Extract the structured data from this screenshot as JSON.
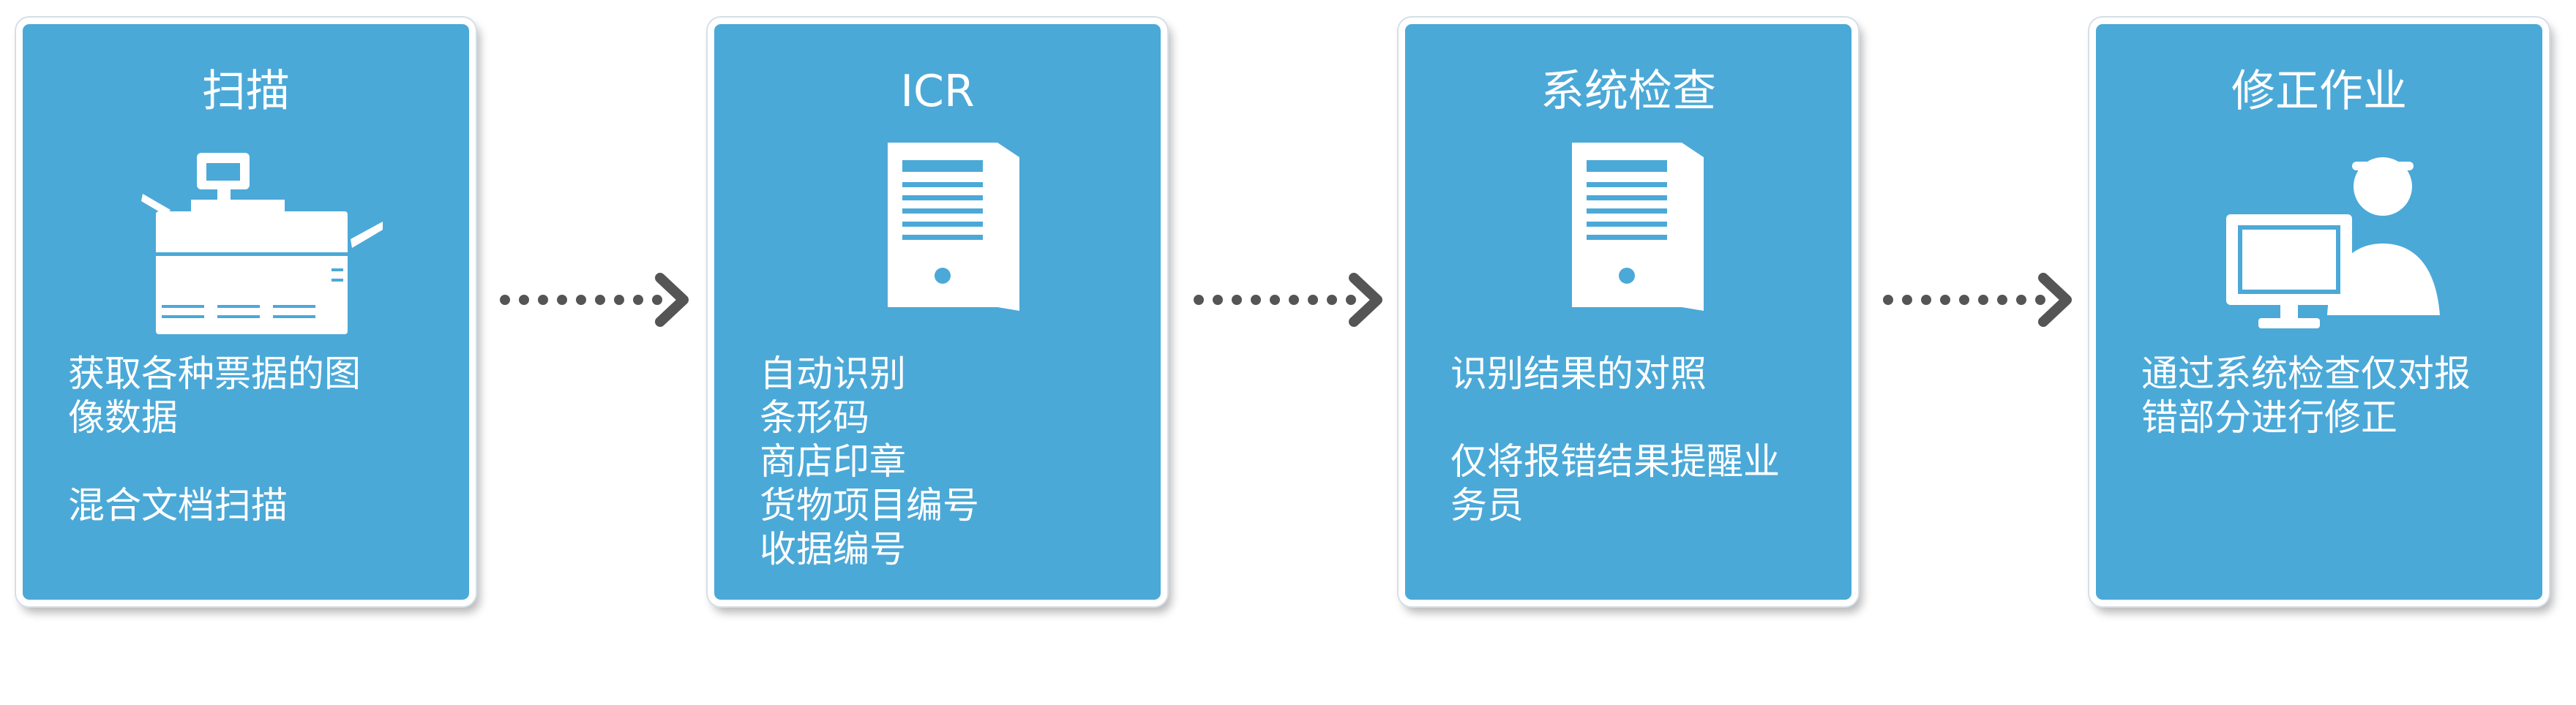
{
  "steps": [
    {
      "title": "扫描",
      "icon": "scanner-icon",
      "text_lines": [
        "获取各种票据的图",
        "像数据",
        "",
        "混合文档扫描"
      ]
    },
    {
      "title": "ICR",
      "icon": "document-icon",
      "text_lines": [
        "自动识别",
        "条形码",
        "商店印章",
        "货物项目编号",
        "收据编号"
      ]
    },
    {
      "title": "系统检查",
      "icon": "document-icon",
      "text_lines": [
        "识别结果的对照",
        "",
        "仅将报错结果提醒业",
        "务员"
      ]
    },
    {
      "title": "修正作业",
      "icon": "operator-at-computer-icon",
      "text_lines": [
        "通过系统检查仅对报",
        "错部分进行修正"
      ]
    }
  ],
  "connector_icon": "dotted-arrow-right-icon",
  "colors": {
    "card_fill": "#4ba9d8",
    "card_border": "#ffffff",
    "text": "#ffffff",
    "arrow": "#555555"
  }
}
